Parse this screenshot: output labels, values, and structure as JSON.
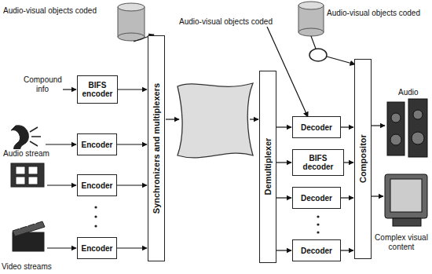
{
  "diagram": {
    "nodes": [
      {
        "text": [
          "BIFS encoder"
        ]
      },
      {
        "text": [
          "Encoder"
        ]
      },
      {
        "text": [
          "Encoder"
        ]
      },
      {
        "text": [
          "Encoder"
        ]
      },
      {
        "text": [
          "Synchronizers and multiplexers"
        ]
      },
      {
        "text": [
          "Demultiplexer"
        ]
      },
      {
        "text": [
          "Decoder"
        ]
      },
      {
        "text": [
          "BIFS decoder"
        ]
      },
      {
        "text": [
          "Decoder"
        ]
      },
      {
        "text": [
          "Decoder"
        ]
      },
      {
        "text": [
          "Compositor"
        ]
      }
    ],
    "edges": [
      {
        "from": 0,
        "to": 4,
        "arrow": "to"
      },
      {
        "from": 1,
        "to": 4,
        "arrow": "to"
      },
      {
        "from": 2,
        "to": 4,
        "arrow": "to"
      },
      {
        "from": 3,
        "to": 4,
        "arrow": "to"
      },
      {
        "from": 5,
        "to": 6,
        "arrow": "to"
      },
      {
        "from": 5,
        "to": 7,
        "arrow": "to"
      },
      {
        "from": 5,
        "to": 8,
        "arrow": "to"
      },
      {
        "from": 5,
        "to": 9,
        "arrow": "to"
      },
      {
        "from": 6,
        "to": 10,
        "arrow": "to"
      },
      {
        "from": 7,
        "to": 10,
        "arrow": "to"
      },
      {
        "from": 8,
        "to": 10,
        "arrow": "to"
      },
      {
        "from": 9,
        "to": 10,
        "arrow": "to"
      }
    ],
    "labels": [
      "Audio-visual objects coded",
      "Audio-visual objects coded",
      "Audio-visual objects coded",
      "Compound info",
      "Audio stream",
      "Video streams",
      "Audio",
      "Complex visual content"
    ]
  }
}
